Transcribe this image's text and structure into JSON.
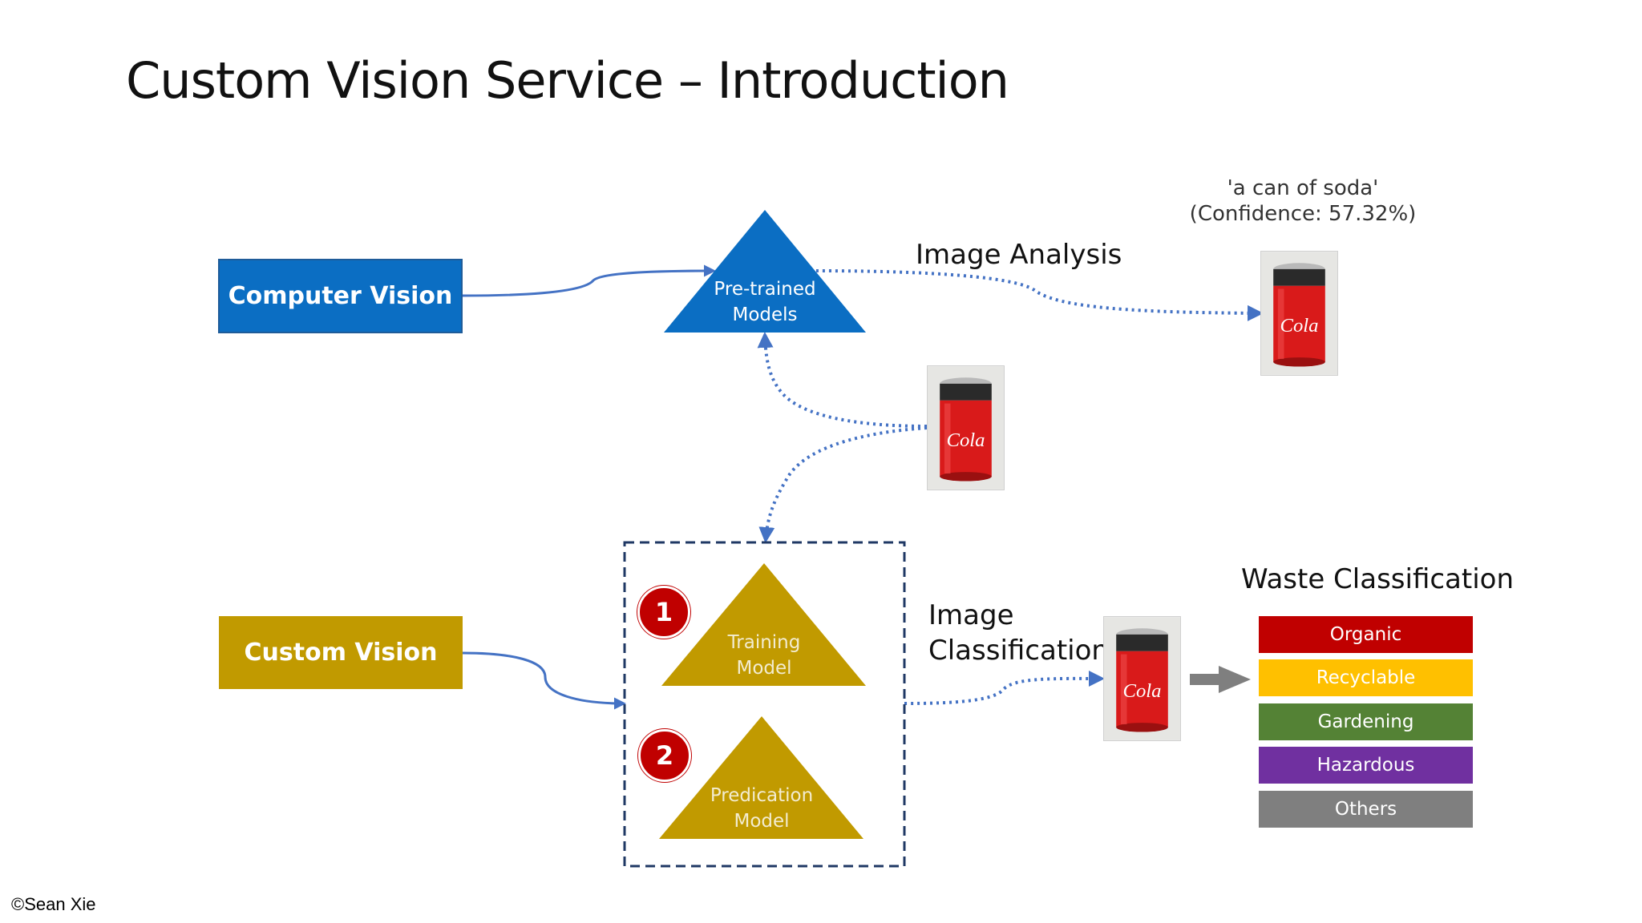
{
  "title": "Custom Vision Service – Introduction",
  "computer_vision_label": "Computer Vision",
  "custom_vision_label": "Custom Vision",
  "pretrained": {
    "line1": "Pre-trained",
    "line2": "Models"
  },
  "training": {
    "line1": "Training",
    "line2": "Model"
  },
  "prediction": {
    "line1": "Predication",
    "line2": "Model"
  },
  "badges": [
    "1",
    "2"
  ],
  "image_analysis_label": "Image Analysis",
  "image_classification": {
    "line1": "Image",
    "line2": "Classification"
  },
  "analysis_result": {
    "line1": "'a can of soda'",
    "line2": "(Confidence: 57.32%)"
  },
  "waste_title": "Waste Classification",
  "categories": [
    {
      "label": "Organic",
      "color": "#c00000"
    },
    {
      "label": "Recyclable",
      "color": "#ffc000"
    },
    {
      "label": "Gardening",
      "color": "#548235"
    },
    {
      "label": "Hazardous",
      "color": "#7030a0"
    },
    {
      "label": "Others",
      "color": "#7f7f7f"
    }
  ],
  "can_text": "Cola",
  "credit": "©Sean Xie",
  "colors": {
    "computer_vision": "#0b6ec3",
    "custom_vision": "#c19a00",
    "arrow": "#4472c4",
    "dashed_box": "#1f3864",
    "badge": "#c00000",
    "gray_arrow": "#7f7f7f"
  }
}
